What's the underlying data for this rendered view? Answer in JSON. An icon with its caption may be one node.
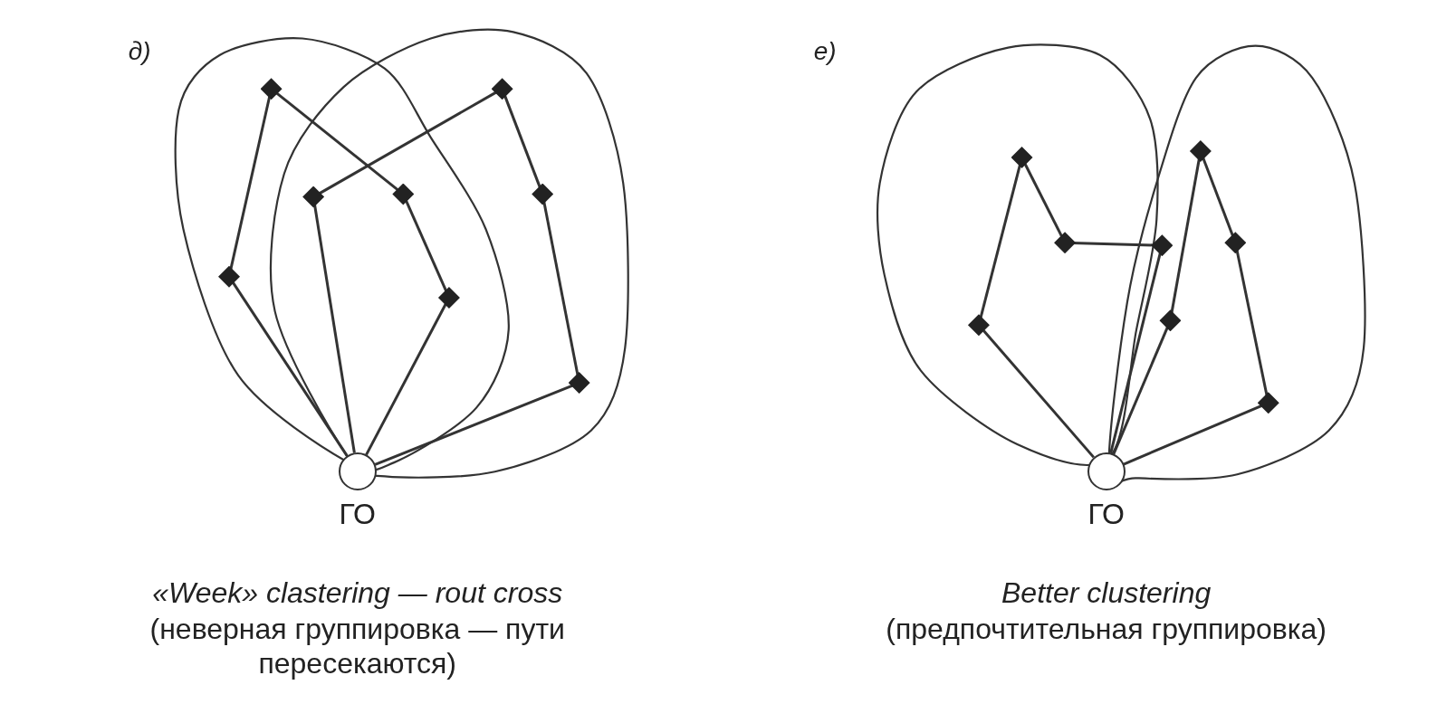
{
  "diagram": {
    "nodes": [
      {
        "text": [
          "ГО"
        ]
      },
      {
        "text": [],
        "shape": "diamond"
      },
      {
        "text": [],
        "shape": "diamond"
      },
      {
        "text": [],
        "shape": "diamond"
      },
      {
        "text": [],
        "shape": "diamond"
      },
      {
        "text": [],
        "shape": "diamond"
      },
      {
        "text": [],
        "shape": "diamond"
      },
      {
        "text": [],
        "shape": "diamond"
      },
      {
        "text": [],
        "shape": "diamond"
      },
      {
        "text": [
          "ГО"
        ]
      },
      {
        "text": [],
        "shape": "diamond"
      },
      {
        "text": [],
        "shape": "diamond"
      },
      {
        "text": [],
        "shape": "diamond"
      },
      {
        "text": [],
        "shape": "diamond"
      },
      {
        "text": [],
        "shape": "diamond"
      },
      {
        "text": [],
        "shape": "diamond"
      },
      {
        "text": [],
        "shape": "diamond"
      },
      {
        "text": [],
        "shape": "diamond"
      }
    ],
    "edges": [
      {
        "from": 0,
        "to": 6,
        "arrow": "none"
      },
      {
        "from": 6,
        "to": 1,
        "arrow": "none"
      },
      {
        "from": 1,
        "to": 4,
        "arrow": "none"
      },
      {
        "from": 4,
        "to": 7,
        "arrow": "none"
      },
      {
        "from": 7,
        "to": 0,
        "arrow": "none"
      },
      {
        "from": 0,
        "to": 3,
        "arrow": "none"
      },
      {
        "from": 3,
        "to": 2,
        "arrow": "none"
      },
      {
        "from": 2,
        "to": 5,
        "arrow": "none"
      },
      {
        "from": 5,
        "to": 8,
        "arrow": "none"
      },
      {
        "from": 8,
        "to": 0,
        "arrow": "none"
      },
      {
        "from": 9,
        "to": 13,
        "arrow": "none"
      },
      {
        "from": 13,
        "to": 10,
        "arrow": "none"
      },
      {
        "from": 10,
        "to": 11,
        "arrow": "none"
      },
      {
        "from": 11,
        "to": 12,
        "arrow": "none"
      },
      {
        "from": 12,
        "to": 9,
        "arrow": "none"
      },
      {
        "from": 9,
        "to": 14,
        "arrow": "none"
      },
      {
        "from": 14,
        "to": 15,
        "arrow": "none"
      },
      {
        "from": 15,
        "to": 16,
        "arrow": "none"
      },
      {
        "from": 16,
        "to": 17,
        "arrow": "none"
      },
      {
        "from": 17,
        "to": 9,
        "arrow": "none"
      }
    ],
    "labels": [
      "д)",
      "е)",
      "«Week» clastering — rout cross",
      "(неверная группировка — пути пересекаются)",
      "Better clustering",
      "(предпочтительная группировка)"
    ]
  }
}
